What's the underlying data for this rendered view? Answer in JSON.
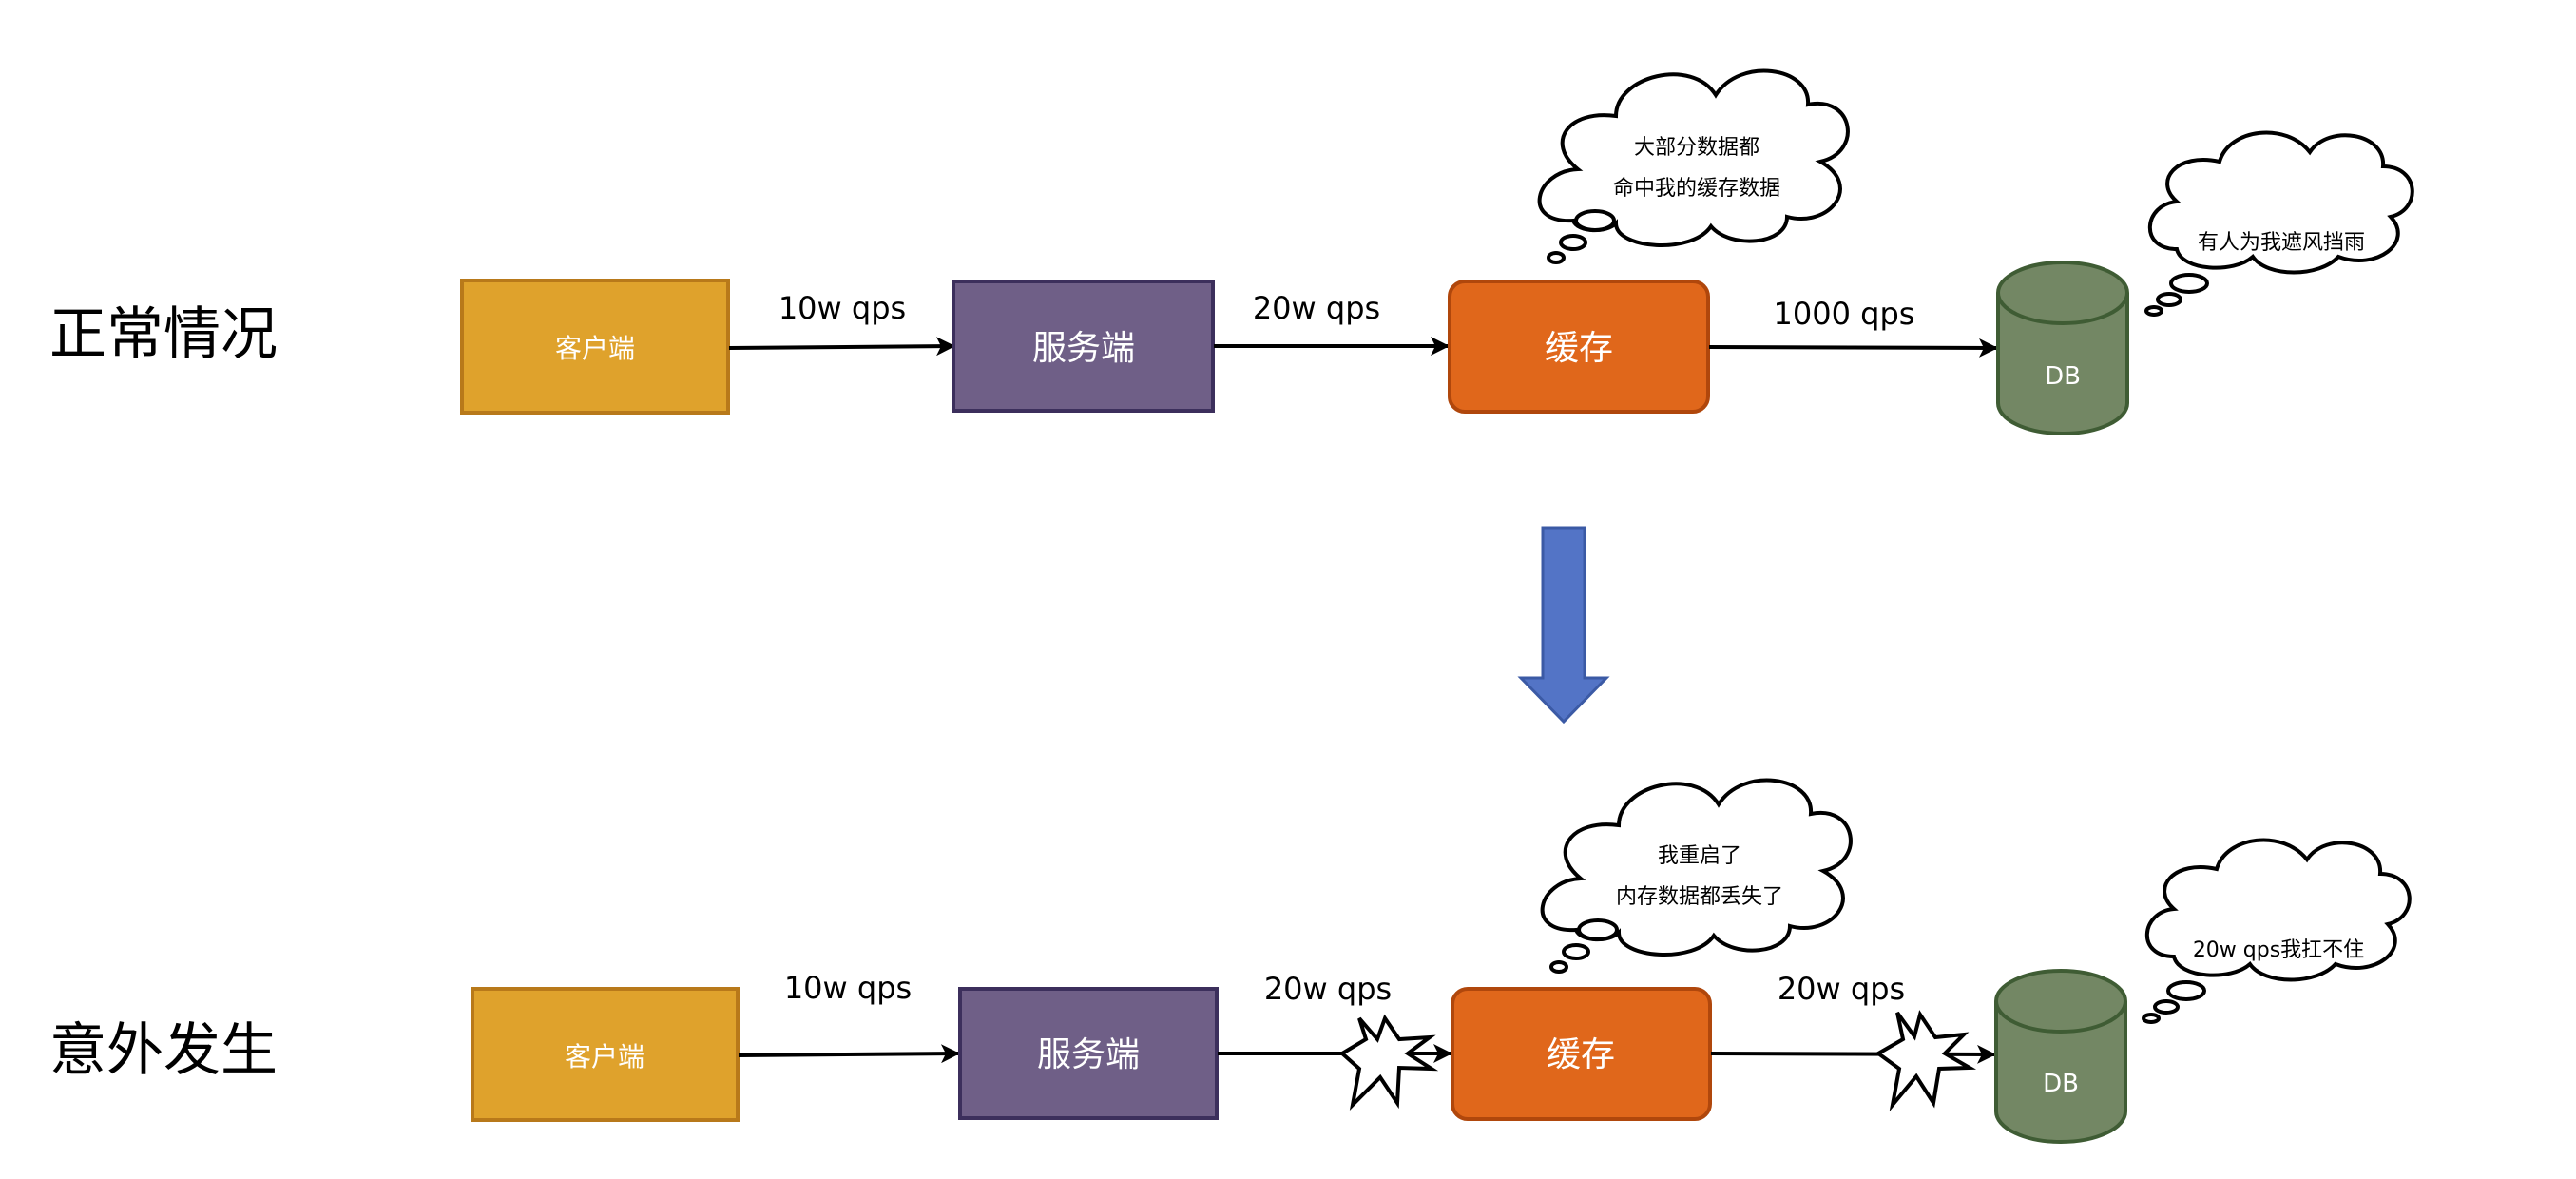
{
  "colors": {
    "client": "#DFA22C",
    "client_stroke": "#B8791A",
    "server": "#6F5F87",
    "server_stroke": "#3C2F5C",
    "cache": "#E0671B",
    "cache_stroke": "#B0470C",
    "db": "#738764",
    "db_stroke": "#3F5C34",
    "arrow_down": "#5374C6",
    "arrow_down_stroke": "#3B5AA5"
  },
  "normal": {
    "title": "正常情况",
    "client": "客户端",
    "server": "服务端",
    "cache": "缓存",
    "db": "DB",
    "edge_client_server": "10w qps",
    "edge_server_cache": "20w qps",
    "edge_cache_db": "1000 qps",
    "cache_thought": [
      "大部分数据都",
      "命中我的缓存数据"
    ],
    "db_thought": "有人为我遮风挡雨"
  },
  "incident": {
    "title": "意外发生",
    "client": "客户端",
    "server": "服务端",
    "cache": "缓存",
    "db": "DB",
    "edge_client_server": "10w qps",
    "edge_server_cache": "20w qps",
    "edge_cache_db": "20w qps",
    "cache_thought": [
      "我重启了",
      "内存数据都丢失了"
    ],
    "db_thought": "20w qps我扛不住"
  }
}
